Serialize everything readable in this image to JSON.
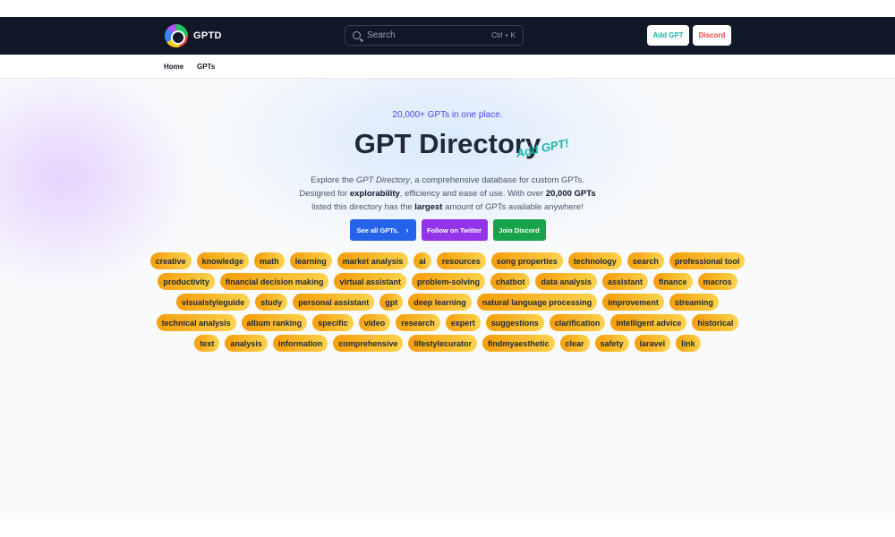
{
  "navbar": {
    "brand": "GPTD",
    "search_placeholder": "Search",
    "search_shortcut": "Ctrl + K",
    "add_gpt_label": "Add GPT",
    "discord_label": "Discord"
  },
  "subnav": {
    "home_label": "Home",
    "gpts_label": "GPTs"
  },
  "hero": {
    "tagline": "20,000+ GPTs in one place.",
    "title": "GPT Directory",
    "add_gpt_script": "Add GPT!",
    "desc_1": "Explore the ",
    "desc_em": "GPT Directory",
    "desc_2": ", a comprehensive database for custom GPTs. Designed for ",
    "desc_b1": "explorability",
    "desc_3": ", efficiency and ease of use. With over ",
    "desc_b2": "20,000 GPTs",
    "desc_4": " listed this directory has the ",
    "desc_b3": "largest",
    "desc_5": " amount of GPTs available anywhere!",
    "cta_see_all": "See all GPTs.",
    "cta_twitter": "Follow on Twitter",
    "cta_discord": "Join Discord"
  },
  "tags": [
    "creative",
    "knowledge",
    "math",
    "learning",
    "market analysis",
    "ai",
    "resources",
    "song properties",
    "technology",
    "search",
    "professional tool",
    "productivity",
    "financial decision making",
    "virtual assistant",
    "problem-solving",
    "chatbot",
    "data analysis",
    "assistant",
    "finance",
    "macros",
    "visualstyleguide",
    "study",
    "personal assistant",
    "gpt",
    "deep learning",
    "natural language processing",
    "improvement",
    "streaming",
    "technical analysis",
    "album ranking",
    "specific",
    "video",
    "research",
    "expert",
    "suggestions",
    "clarification",
    "intelligent advice",
    "historical",
    "text",
    "analysis",
    "information",
    "comprehensive",
    "lifestylecurator",
    "findmyaesthetic",
    "clear",
    "safety",
    "laravel",
    "link"
  ],
  "colors": {
    "navbar_bg": "#111827",
    "accent_teal": "#14b8a6",
    "accent_red": "#ef4444",
    "cta_blue": "#2563eb",
    "cta_purple": "#9333ea",
    "cta_green": "#16a34a",
    "tag_gold": "#f59e0b"
  }
}
